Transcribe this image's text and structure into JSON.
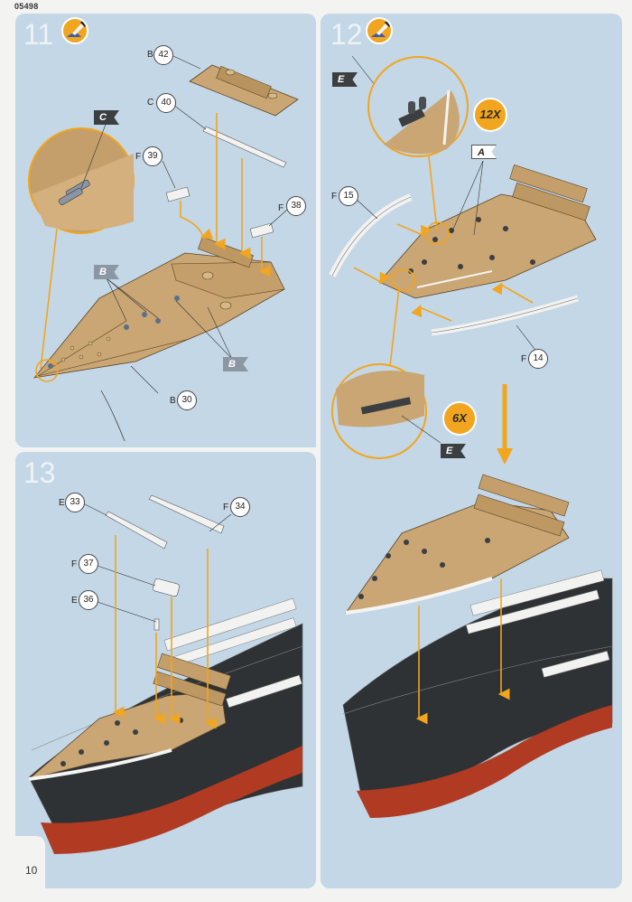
{
  "document": {
    "code": "05498",
    "page_number": "10"
  },
  "steps": [
    {
      "number": "11",
      "icon": "paint-brush-icon",
      "parts": [
        {
          "letter": "B",
          "num": "42"
        },
        {
          "letter": "C",
          "num": "40"
        },
        {
          "letter": "F",
          "num": "39"
        },
        {
          "letter": "F",
          "num": "38"
        },
        {
          "letter": "B",
          "num": "30"
        }
      ],
      "paint_flags": [
        "C",
        "B",
        "B"
      ]
    },
    {
      "number": "12",
      "icon": "paint-brush-icon",
      "parts": [
        {
          "letter": "F",
          "num": "15"
        },
        {
          "letter": "F",
          "num": "14"
        }
      ],
      "paint_flags": [
        "E",
        "A",
        "E"
      ],
      "quantities": [
        "12X",
        "6X"
      ]
    },
    {
      "number": "13",
      "parts": [
        {
          "letter": "E",
          "num": "33"
        },
        {
          "letter": "F",
          "num": "34"
        },
        {
          "letter": "F",
          "num": "37"
        },
        {
          "letter": "E",
          "num": "36"
        }
      ]
    }
  ],
  "colors": {
    "panel_bg": "#c4d7e6",
    "deck_tan": "#c9a673",
    "arrow_orange": "#f2a51e",
    "hull_black": "#2e3234",
    "hull_red": "#b03a22",
    "page_bg": "#f3f4f2"
  }
}
